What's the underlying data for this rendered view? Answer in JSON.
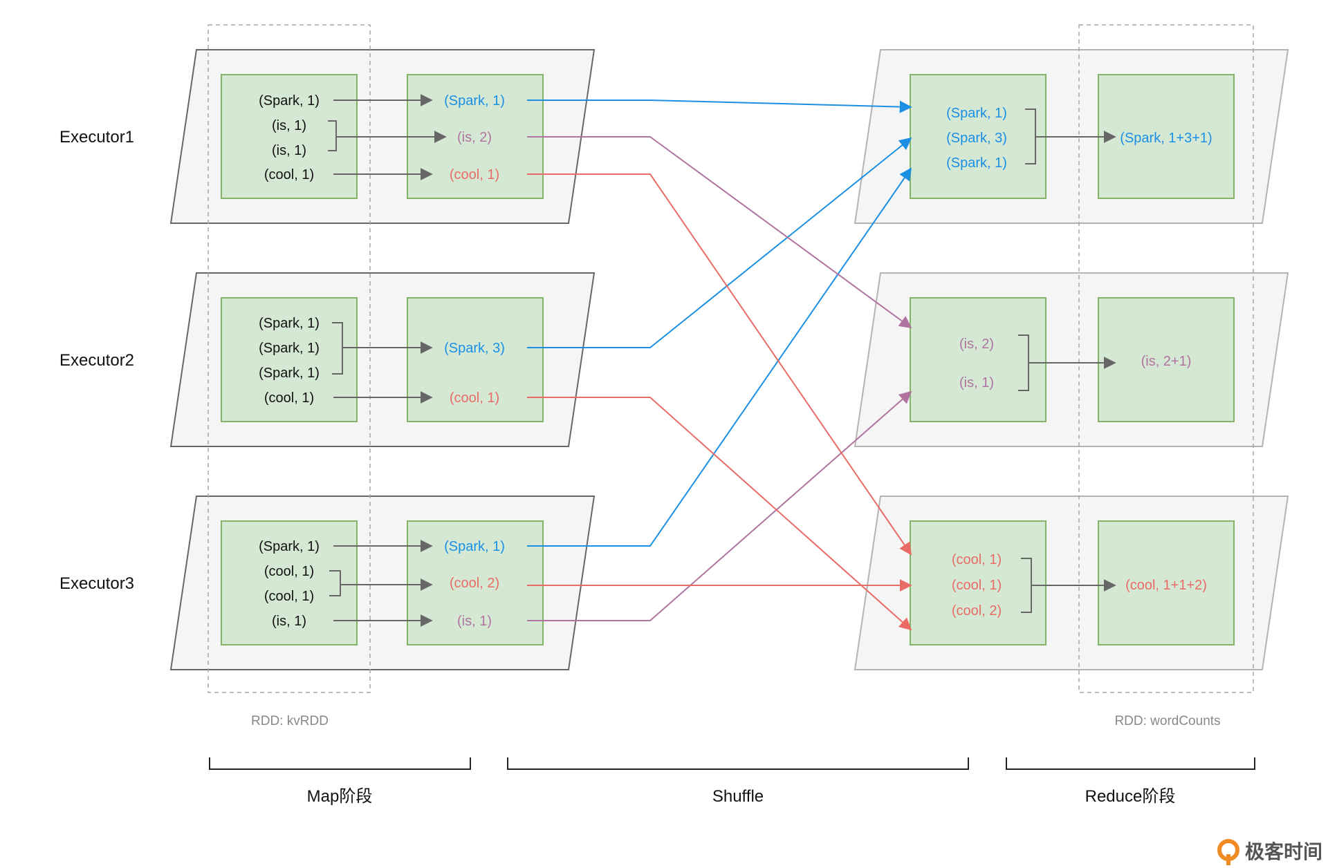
{
  "executors": [
    {
      "label": "Executor1"
    },
    {
      "label": "Executor2"
    },
    {
      "label": "Executor3"
    }
  ],
  "map_input": [
    [
      "(Spark, 1)",
      "(is, 1)",
      "(is, 1)",
      "(cool, 1)"
    ],
    [
      "(Spark, 1)",
      "(Spark, 1)",
      "(Spark, 1)",
      "(cool, 1)"
    ],
    [
      "(Spark, 1)",
      "(cool, 1)",
      "(cool, 1)",
      "(is, 1)"
    ]
  ],
  "map_output": [
    [
      "(Spark, 1)",
      "(is, 2)",
      "(cool, 1)"
    ],
    [
      "(Spark, 3)",
      "(cool, 1)"
    ],
    [
      "(Spark, 1)",
      "(cool, 2)",
      "(is, 1)"
    ]
  ],
  "reduce_input": [
    [
      "(Spark, 1)",
      "(Spark, 3)",
      "(Spark, 1)"
    ],
    [
      "(is, 2)",
      "(is, 1)"
    ],
    [
      "(cool, 1)",
      "(cool, 1)",
      "(cool, 2)"
    ]
  ],
  "reduce_output": [
    "(Spark, 1+3+1)",
    "(is, 2+1)",
    "(cool, 1+1+2)"
  ],
  "rdd_labels": {
    "kv": "RDD: kvRDD",
    "word_counts": "RDD: wordCounts"
  },
  "stages": {
    "map": "Map阶段",
    "shuffle": "Shuffle",
    "reduce": "Reduce阶段"
  },
  "logo": {
    "text": "极客时间"
  },
  "colors": {
    "spark": "#1a8fe3",
    "is": "#b0739f",
    "cool": "#ea6b66",
    "arrow_gray": "#666666",
    "box_fill": "#d5e8d4",
    "box_stroke": "#82b366",
    "logo": "#f08a24"
  }
}
